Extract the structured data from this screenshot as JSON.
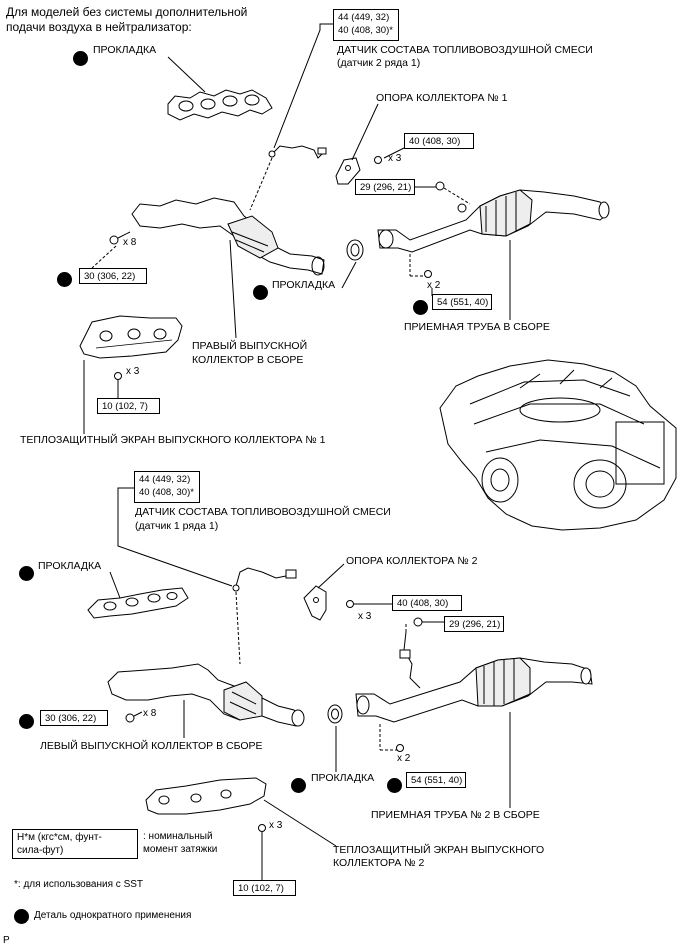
{
  "header": {
    "line1": "Для моделей без системы дополнительной",
    "line2": "подачи воздуха в нейтрализатор:"
  },
  "labels": {
    "gasket_top": "ПРОКЛАДКА",
    "sensor2_title": "ДАТЧИК СОСТАВА ТОПЛИВОВОЗДУШНОЙ СМЕСИ",
    "sensor2_sub": "(датчик 2 ряда 1)",
    "support1": "ОПОРА КОЛЛЕКТОРА № 1",
    "gasket_mid": "ПРОКЛАДКА",
    "pipe1": "ПРИЕМНАЯ ТРУБА В СБОРЕ",
    "right_manifold_1": "ПРАВЫЙ ВЫПУСКНОЙ",
    "right_manifold_2": "КОЛЛЕКТОР В СБОРЕ",
    "heat_shield1": "ТЕПЛОЗАЩИТНЫЙ ЭКРАН ВЫПУСКНОГО КОЛЛЕКТОРА № 1",
    "sensor1_title": "ДАТЧИК СОСТАВА ТОПЛИВОВОЗДУШНОЙ СМЕСИ",
    "sensor1_sub": "(датчик 1 ряда 1)",
    "gasket_left": "ПРОКЛАДКА",
    "support2": "ОПОРА КОЛЛЕКТОРА № 2",
    "left_manifold": "ЛЕВЫЙ ВЫПУСКНОЙ КОЛЛЕКТОР В СБОРЕ",
    "gasket_bottom": "ПРОКЛАДКА",
    "pipe2": "ПРИЕМНАЯ ТРУБА № 2 В СБОРЕ",
    "heat_shield2_1": "ТЕПЛОЗАЩИТНЫЙ ЭКРАН ВЫПУСКНОГО",
    "heat_shield2_2": "КОЛЛЕКТОРА № 2"
  },
  "torque": {
    "s2_a": "44 (449, 32)",
    "s2_b": "40 (408, 30)*",
    "support1_bolt": "40 (408, 30)",
    "nut29_top": "29 (296, 21)",
    "right_manifold": "30 (306, 22)",
    "pipe1_nut": "54 (551, 40)",
    "shield1": "10 (102, 7)",
    "s1_a": "44 (449, 32)",
    "s1_b": "40 (408, 30)*",
    "support2_bolt": "40 (408, 30)",
    "nut29_bottom": "29 (296, 21)",
    "left_manifold": "30 (306, 22)",
    "pipe2_nut": "54 (551, 40)",
    "shield2": "10 (102, 7)"
  },
  "counts": {
    "x8_top": "x 8",
    "x3_support1": "x 3",
    "x2_top": "x 2",
    "x3_shield1": "x 3",
    "x3_support2": "x 3",
    "x8_bottom": "x 8",
    "x2_bottom": "x 2",
    "x3_shield2": "x 3"
  },
  "legend": {
    "unit_box_1": "Н*м (кгс*см, фунт-",
    "unit_box_2": "сила-фут)",
    "unit_desc_1": ": номинальный",
    "unit_desc_2": "момент затяжки",
    "sst_note": "*: для использования с SST",
    "single_use": "Деталь однократного применения"
  },
  "page_letter": "P"
}
